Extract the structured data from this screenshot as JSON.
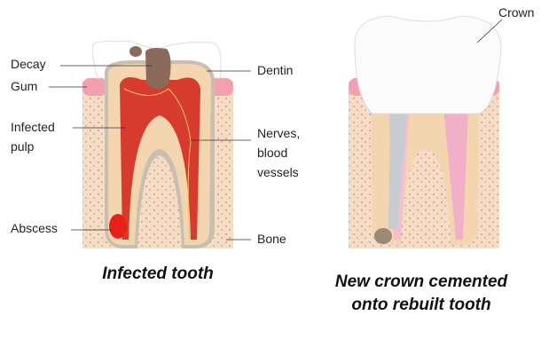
{
  "left": {
    "title": "Infected tooth",
    "labels": {
      "decay": "Decay",
      "gum": "Gum",
      "infected_pulp_1": "Infected",
      "infected_pulp_2": "pulp",
      "abscess": "Abscess",
      "dentin": "Dentin",
      "nerves_1": "Nerves,",
      "nerves_2": "blood",
      "nerves_3": "vessels",
      "bone": "Bone"
    }
  },
  "right": {
    "title_1": "New crown cemented",
    "title_2": "onto rebuilt tooth",
    "labels": {
      "crown": "Crown"
    }
  },
  "colors": {
    "bone": "#f6dcc4",
    "gum": "#f2a0b0",
    "dentin": "#f3d5b0",
    "pulp": "#d42a20",
    "enamel": "#ffffff",
    "decay": "#8a6a5a"
  }
}
